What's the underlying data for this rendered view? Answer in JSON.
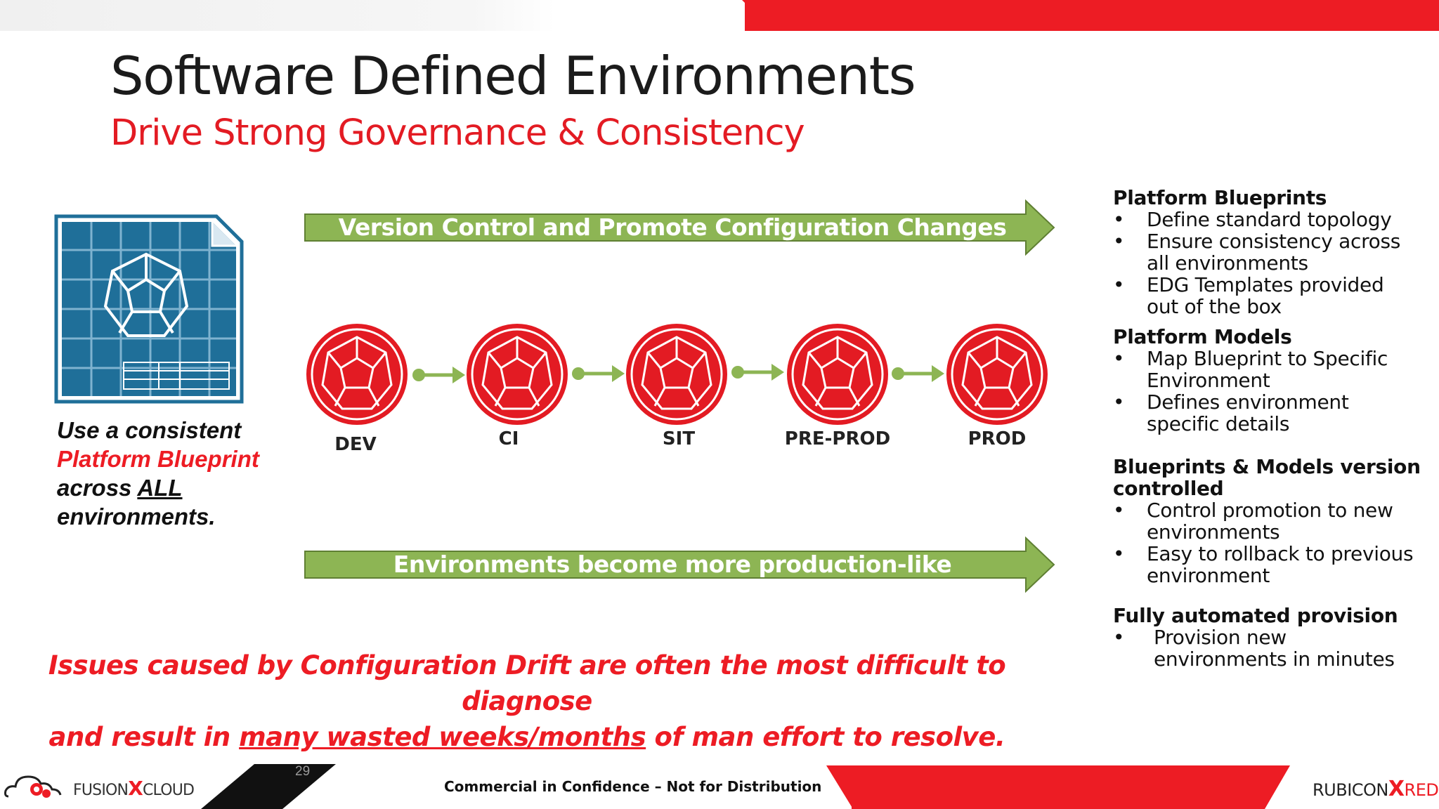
{
  "slide": {
    "title": "Software Defined Environments",
    "subtitle": "Drive Strong Governance & Consistency",
    "page_number": "29"
  },
  "banners": {
    "top": "Version Control and Promote Configuration Changes",
    "bottom": "Environments become more production-like"
  },
  "environments": [
    "DEV",
    "CI",
    "SIT",
    "PRE-PROD",
    "PROD"
  ],
  "blueprint_caption": {
    "line1": "Use a consistent",
    "line2": "Platform Blueprint",
    "line3_prefix": "across",
    "line3_emphasis": "ALL",
    "line4": "environments."
  },
  "side_panel": {
    "sections": [
      {
        "title": "Platform Blueprints",
        "bullets": [
          {
            "l1": "Define standard topology"
          },
          {
            "l1": "Ensure consistency across",
            "l2": "all environments"
          },
          {
            "l1": "EDG Templates provided",
            "l2": "out of the box"
          }
        ]
      },
      {
        "title": "Platform Models",
        "bullets": [
          {
            "l1": "Map Blueprint to Specific",
            "l2": "Environment"
          },
          {
            "l1": "Defines environment",
            "l2": "specific details"
          }
        ]
      },
      {
        "title_l1": "Blueprints & Models version",
        "title_l2": "controlled",
        "bullets": [
          {
            "l1": "Control promotion to new",
            "l2": "environments"
          },
          {
            "l1": "Easy to rollback to previous",
            "l2": "environment"
          }
        ]
      },
      {
        "title": "Fully automated provision",
        "bullets": [
          {
            "l1": "Provision new",
            "l2": "environments in minutes"
          }
        ]
      }
    ]
  },
  "drift_note": {
    "line1": "Issues caused by Configuration Drift are often the most difficult to diagnose",
    "line2_prefix": "and result in",
    "line2_emphasis": "many wasted weeks/months",
    "line2_suffix": "of man effort to resolve."
  },
  "footer": {
    "confidential": "Commercial in Confidence – Not for Distribution",
    "left_logo_a": "FUSION",
    "left_logo_b": "CLOUD",
    "right_logo_a": "RUBICON",
    "right_logo_b": "RED"
  },
  "colors": {
    "accent_red": "#ed1c24",
    "banner_green": "#8db554",
    "blueprint_blue": "#1f6f99"
  }
}
